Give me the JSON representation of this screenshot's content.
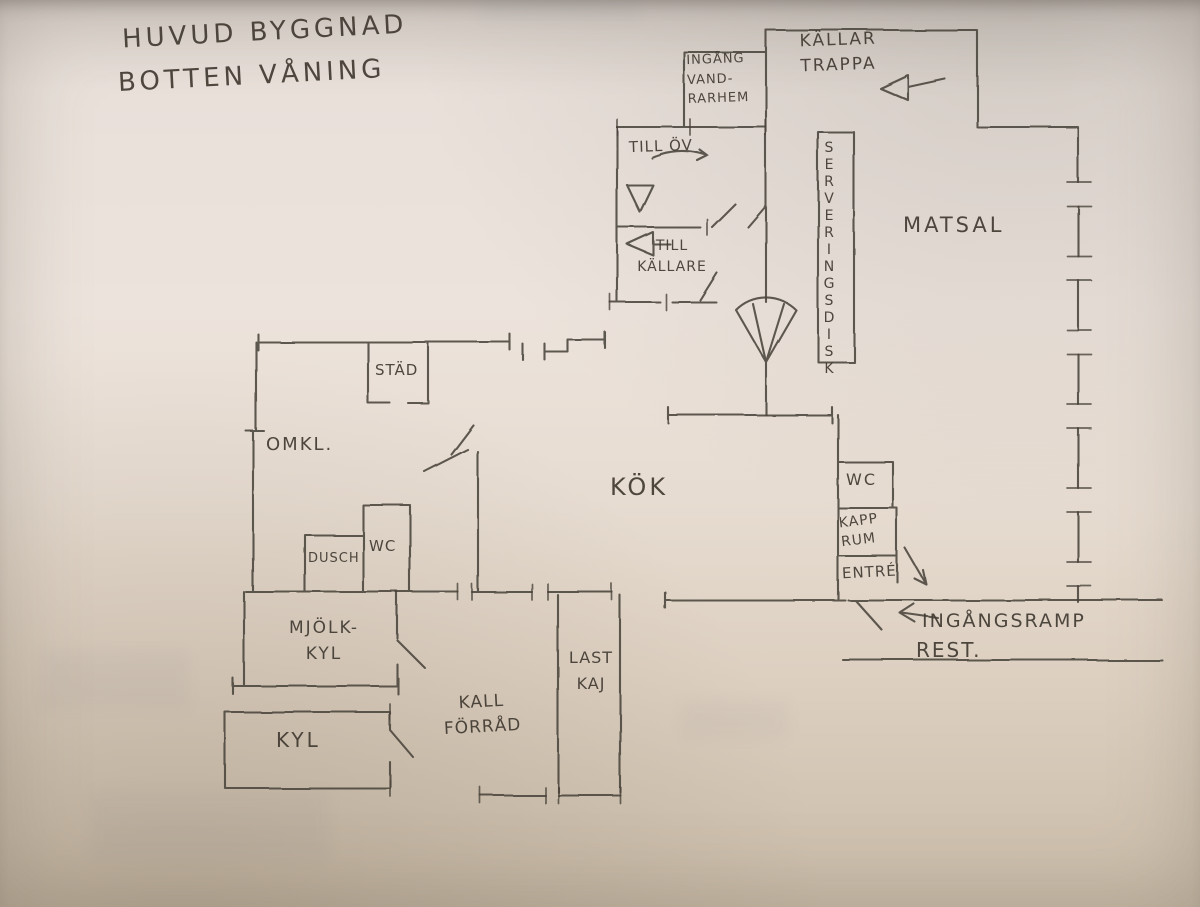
{
  "meta": {
    "paper_color": "#e9e0d9",
    "ink_color": "#4a433b",
    "description": "Hand-drawn floor plan sketch on photographed paper"
  },
  "title": {
    "line1": "HUVUD BYGGNAD",
    "line2": "BOTTEN VÅNING"
  },
  "rooms": {
    "ingang_vandrarhem": "INGÅNG\nVAND-\nRARHEM",
    "kallar_trappa": "KÄLLAR\nTRAPPA",
    "till_ov": "TILL ÖV",
    "till_kallare": "TILL\nKÄLLARE",
    "serveringsdisk": "SERVERINGSDISK",
    "matsal": "MATSAL",
    "stad": "STÄD",
    "omkl": "OMKL.",
    "dusch": "DUSCH",
    "wc_left": "WC",
    "kok": "KÖK",
    "wc_right": "WC",
    "kapprum": "KAPP\nRUM",
    "entre": "ENTRÉ",
    "ingangsramp": "INGÅNGSRAMP",
    "rest": "REST.",
    "mjolk_kyl": "MJÖLK-\nKYL",
    "kall_forrad": "KALL\nFÖRRÅD",
    "kyl": "KYL",
    "last_kaj": "LAST\nKAJ"
  }
}
